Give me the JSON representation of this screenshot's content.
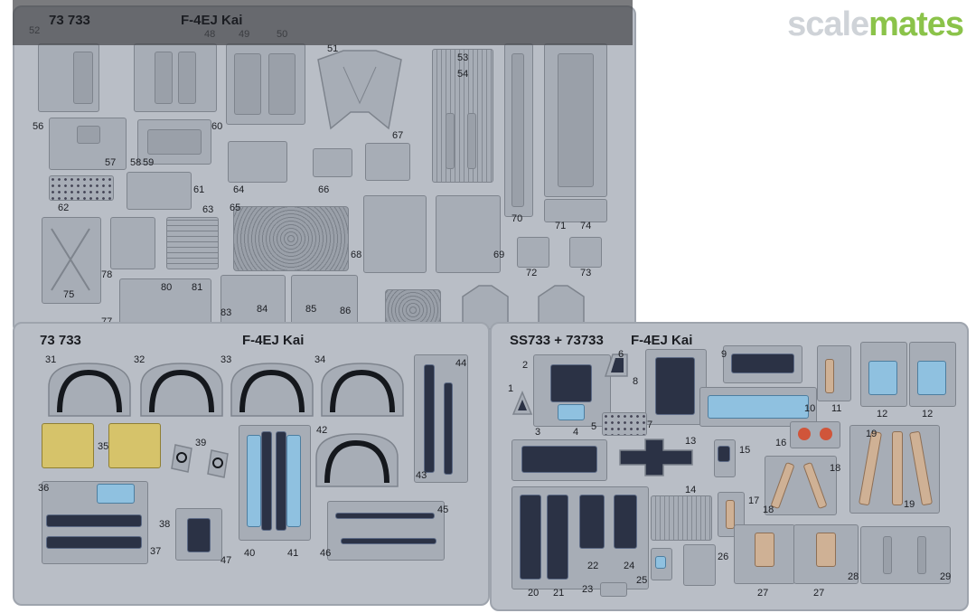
{
  "watermark": {
    "part1": "scale",
    "part2": "mates",
    "color_part1": "#cfd3d8",
    "color_part2": "#8bc34a"
  },
  "fret_top": {
    "code": "73 733",
    "title": "F-4EJ Kai",
    "numbers": [
      "52",
      "48",
      "49",
      "50",
      "51",
      "53",
      "54",
      "56",
      "57",
      "58",
      "59",
      "60",
      "61",
      "62",
      "63",
      "64",
      "65",
      "66",
      "67",
      "68",
      "69",
      "70",
      "71",
      "72",
      "73",
      "74",
      "75",
      "77",
      "78",
      "80",
      "81",
      "83",
      "84",
      "85",
      "86"
    ]
  },
  "fret_left": {
    "code": "73 733",
    "title": "F-4EJ Kai",
    "numbers": [
      "31",
      "32",
      "33",
      "34",
      "35",
      "36",
      "37",
      "38",
      "39",
      "40",
      "41",
      "42",
      "43",
      "44",
      "45",
      "46",
      "47"
    ]
  },
  "fret_right": {
    "code": "SS733 + 73733",
    "title": "F-4EJ Kai",
    "numbers": [
      "1",
      "2",
      "3",
      "4",
      "5",
      "6",
      "7",
      "8",
      "9",
      "10",
      "11",
      "12",
      "12",
      "13",
      "14",
      "15",
      "16",
      "17",
      "18",
      "18",
      "19",
      "19",
      "20",
      "21",
      "22",
      "23",
      "24",
      "25",
      "26",
      "27",
      "27",
      "28",
      "29"
    ]
  },
  "colors": {
    "fret": "#b9bec6",
    "panel": "#2b3245",
    "blue": "#8fc1e0",
    "yellow": "#d6c36a",
    "tan": "#cfb195",
    "red": "#d0553a"
  }
}
